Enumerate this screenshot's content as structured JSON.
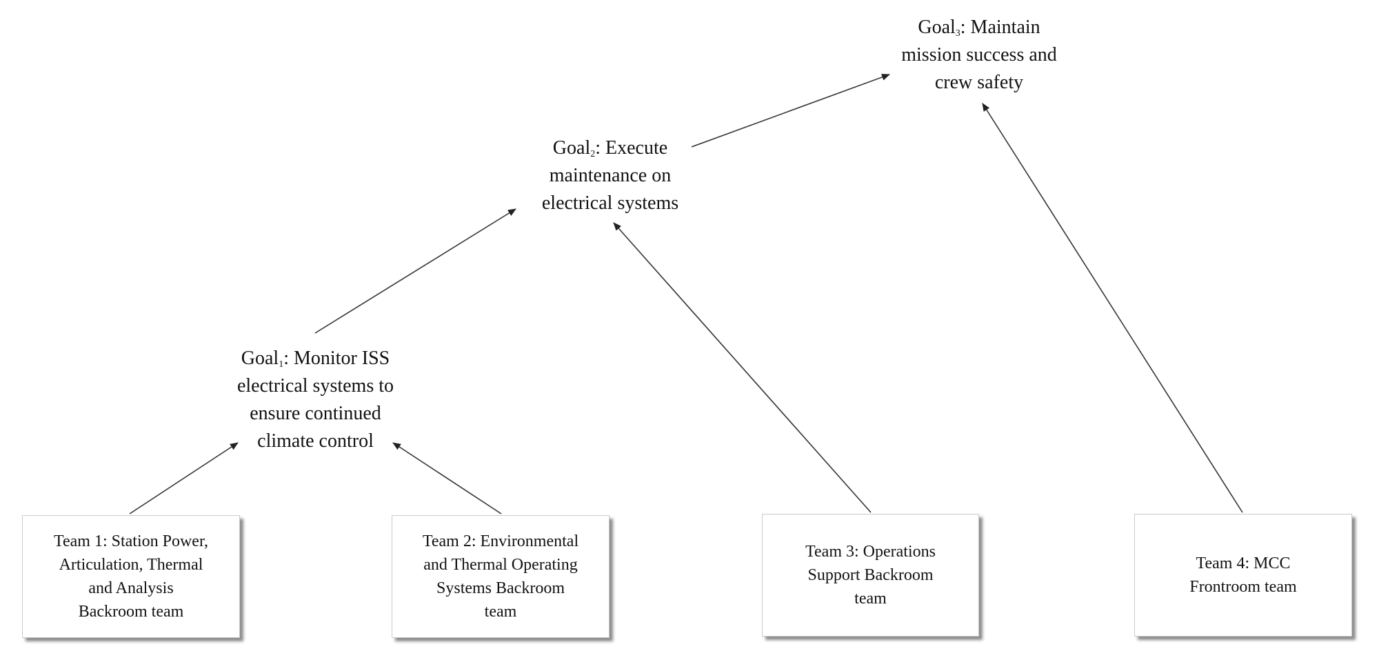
{
  "goals": [
    {
      "label": "Goal",
      "subscript": "1",
      "first_line_rest": ": Monitor ISS",
      "lines": [
        "electrical systems to",
        "ensure continued",
        "climate control"
      ]
    },
    {
      "label": "Goal",
      "subscript": "2",
      "first_line_rest": ": Execute",
      "lines": [
        "maintenance on",
        "electrical systems"
      ]
    },
    {
      "label": "Goal",
      "subscript": "3",
      "first_line_rest": ": Maintain",
      "lines": [
        "mission success and",
        "crew safety"
      ]
    }
  ],
  "teams": [
    {
      "lines": [
        "Team 1: Station Power,",
        "Articulation, Thermal",
        "and Analysis",
        "Backroom team"
      ]
    },
    {
      "lines": [
        "Team 2: Environmental",
        "and Thermal Operating",
        "Systems Backroom",
        "team"
      ]
    },
    {
      "lines": [
        "Team 3: Operations",
        "Support Backroom",
        "team"
      ]
    },
    {
      "lines": [
        "Team 4: MCC",
        "Frontroom team"
      ]
    }
  ],
  "colors": {
    "arrow": "#333333",
    "text": "#111111"
  }
}
